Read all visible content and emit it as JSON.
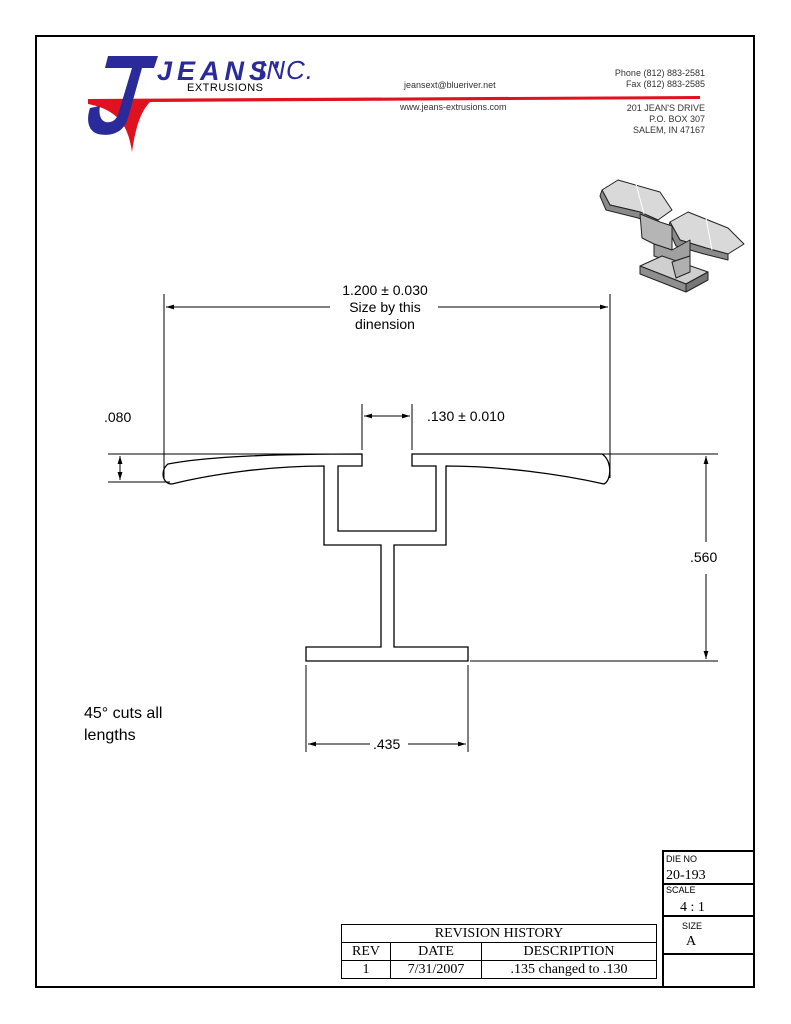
{
  "company": {
    "logo_name": "JEANS'",
    "logo_suffix": "INC.",
    "logo_sub": "EXTRUSIONS",
    "email": "jeansext@blueriver.net",
    "website": "www.jeans-extrusions.com",
    "phone": "Phone (812) 883-2581",
    "fax": "Fax (812) 883-2585",
    "address1": "201 JEAN'S DRIVE",
    "address2": "P.O. BOX 307",
    "address3": "SALEM, IN 47167",
    "colors": {
      "logo_blue": "#2a2a9a",
      "logo_red": "#e0121f",
      "contact_text": "#333333"
    }
  },
  "drawing": {
    "width_line1": "1.200 ± 0.030",
    "width_line2": "Size by this",
    "width_line3": "dinension",
    "thickness": ".080",
    "gap": ".130 ± 0.010",
    "height": ".560",
    "base": ".435",
    "note_line1": "45° cuts all",
    "note_line2": "lengths"
  },
  "revision_history": {
    "title": "REVISION HISTORY",
    "headers": [
      "REV",
      "DATE",
      "DESCRIPTION"
    ],
    "rows": [
      [
        "1",
        "7/31/2007",
        ".135 changed to .130"
      ]
    ]
  },
  "title_block": {
    "die_label": "DIE NO",
    "die_value": "20-193",
    "scale_label": "SCALE",
    "scale_value": "4 : 1",
    "size_label": "SIZE",
    "size_value": "A"
  }
}
